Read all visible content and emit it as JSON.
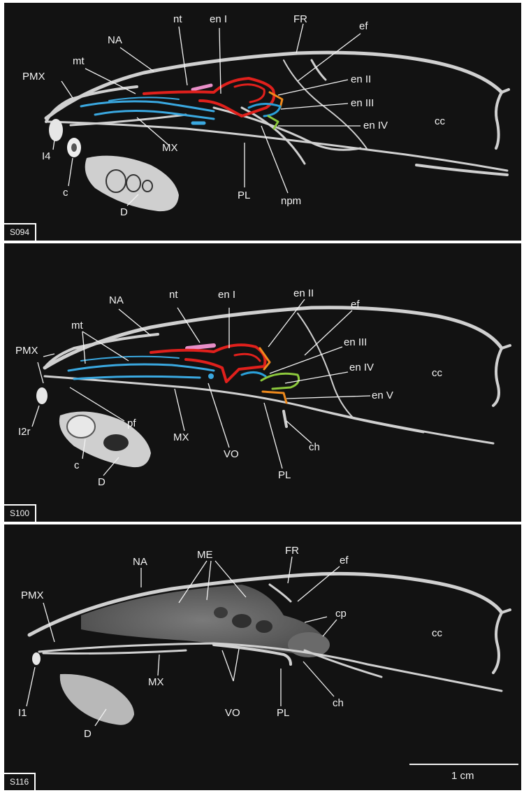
{
  "colors": {
    "background": "#121212",
    "bone": "#d8d8d8",
    "nasoturbinal": "#e88ec8",
    "endoturbinal_I": "#e0201c",
    "endoturbinal_II": "#f08a1c",
    "endoturbinal_III": "#2a9fd8",
    "endoturbinal_IV": "#8cc83c",
    "maxilloturbinal": "#3aa8e0"
  },
  "panels": [
    {
      "id": "S094",
      "labels": {
        "nt": "nt",
        "en1": "en I",
        "fr": "FR",
        "ef": "ef",
        "na": "NA",
        "mt": "mt",
        "en2": "en II",
        "pmx": "PMX",
        "en3": "en III",
        "en4": "en IV",
        "cc": "cc",
        "mx": "MX",
        "i4": "I4",
        "c": "c",
        "pl": "PL",
        "npm": "npm",
        "d": "D"
      }
    },
    {
      "id": "S100",
      "labels": {
        "nt": "nt",
        "en1": "en I",
        "en2": "en II",
        "na": "NA",
        "ef": "ef",
        "mt": "mt",
        "en3": "en III",
        "pmx": "PMX",
        "en4": "en IV",
        "cc": "cc",
        "en5": "en V",
        "pf": "pf",
        "i2r": "I2r",
        "mx": "MX",
        "ch": "ch",
        "c": "c",
        "vo": "VO",
        "pl": "PL",
        "d": "D"
      }
    },
    {
      "id": "S116",
      "labels": {
        "me": "ME",
        "fr": "FR",
        "na": "NA",
        "ef": "ef",
        "pmx": "PMX",
        "cp": "cp",
        "cc": "cc",
        "mx": "MX",
        "i1": "I1",
        "ch": "ch",
        "vo": "VO",
        "pl": "PL",
        "d": "D"
      },
      "scale_bar_label": "1 cm"
    }
  ]
}
